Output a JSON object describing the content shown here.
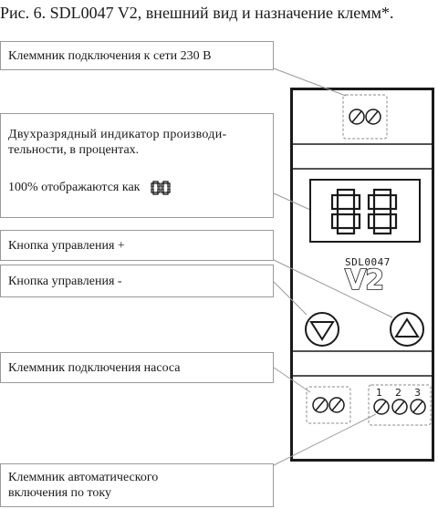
{
  "caption": "Рис. 6. SDL0047 V2, внешний вид и назначение клемм*.",
  "callouts": {
    "mains_terminal": "Клеммник подключения к сети 230 В",
    "indicator_line1": "Двухразрядный индикатор производи-",
    "indicator_line2": "тельности, в процентах.",
    "indicator_note": "100% отображаются как",
    "button_plus": "Кнопка управления +",
    "button_minus": "Кнопка управления -",
    "pump_terminal": "Клеммник подключения насоса",
    "auto_line1": "Клеммник автоматического",
    "auto_line2": "включения по току"
  },
  "device": {
    "model_small": "SDL0047",
    "model_big": "V2",
    "display_value": "88",
    "note_display_value": "00",
    "terminal_numbers": [
      "1",
      "2",
      "3"
    ],
    "buttons": [
      "down-triangle-icon",
      "up-triangle-icon"
    ]
  },
  "colors": {
    "ink": "#1a1a1a",
    "callout_border": "#9a9a9a",
    "dashed": "#8a8a8a"
  }
}
